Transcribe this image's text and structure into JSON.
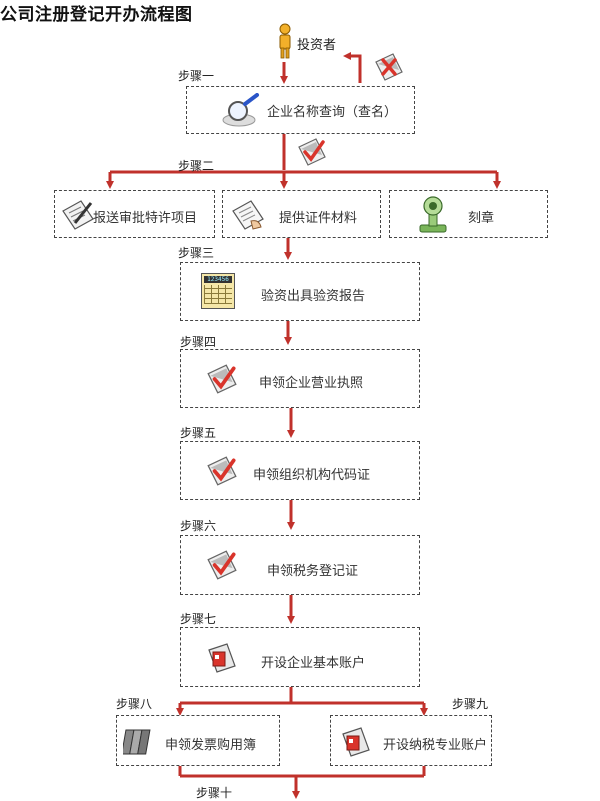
{
  "title": "公司注册登记开办流程图",
  "investor": "投资者",
  "steps": [
    {
      "step": "步骤一",
      "boxes": [
        "企业名称查询（查名）"
      ]
    },
    {
      "step": "步骤二",
      "boxes": [
        "报送审批特许项目",
        "提供证件材料",
        "刻章"
      ]
    },
    {
      "step": "步骤三",
      "boxes": [
        "验资出具验资报告"
      ]
    },
    {
      "step": "步骤四",
      "boxes": [
        "申领企业营业执照"
      ]
    },
    {
      "step": "步骤五",
      "boxes": [
        "申领组织机构代码证"
      ]
    },
    {
      "step": "步骤六",
      "boxes": [
        "申领税务登记证"
      ]
    },
    {
      "step": "步骤七",
      "boxes": [
        "开设企业基本账户"
      ]
    },
    {
      "step": "步骤八",
      "boxes": [
        "申领发票购用簿"
      ]
    },
    {
      "step": "步骤九",
      "boxes": [
        "开设纳税专业账户"
      ]
    },
    {
      "step": "步骤十",
      "boxes": []
    }
  ],
  "calculator_display": "123456",
  "colors": {
    "arrow": "#c0312b",
    "border": "#444444",
    "accent_red": "#d9342b"
  }
}
